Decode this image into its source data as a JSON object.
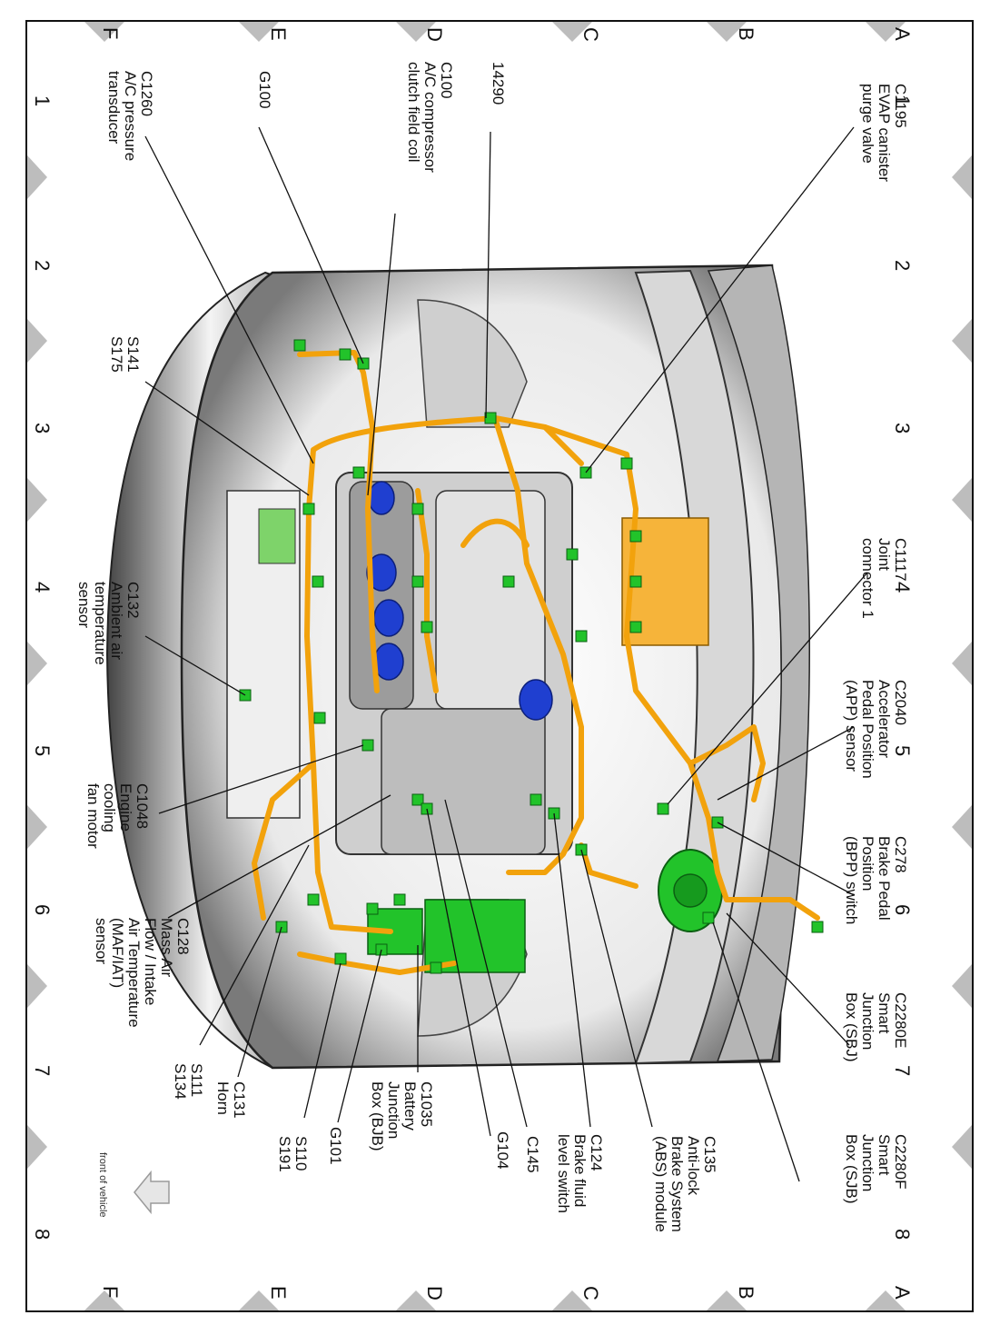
{
  "grid": {
    "rows": [
      "A",
      "B",
      "C",
      "D",
      "E",
      "F"
    ],
    "cols": [
      "1",
      "2",
      "3",
      "4",
      "5",
      "6",
      "7",
      "8"
    ]
  },
  "orientation": {
    "text": "front of vehicle"
  },
  "labels": [
    {
      "id": "c1195",
      "lines": [
        "C1195",
        "EVAP canister",
        "purge valve"
      ]
    },
    {
      "id": "14290",
      "lines": [
        "14290"
      ]
    },
    {
      "id": "c100",
      "lines": [
        "C100",
        "A/C compressor",
        "clutch field coil"
      ]
    },
    {
      "id": "g100",
      "lines": [
        "G100"
      ]
    },
    {
      "id": "c1260",
      "lines": [
        "C1260",
        "A/C pressure",
        "transducer"
      ]
    },
    {
      "id": "s141",
      "lines": [
        "S141",
        "S175"
      ]
    },
    {
      "id": "c132",
      "lines": [
        "C132",
        "Ambient air",
        "temperature",
        "sensor"
      ]
    },
    {
      "id": "c1048",
      "lines": [
        "C1048",
        "Engine",
        "cooling",
        "fan motor"
      ]
    },
    {
      "id": "c128",
      "lines": [
        "C128",
        "Mass Air",
        "Flow / Intake",
        "Air Temperature",
        "(MAF/IAT)",
        "sensor"
      ]
    },
    {
      "id": "s111",
      "lines": [
        "S111",
        "S134"
      ]
    },
    {
      "id": "c131",
      "lines": [
        "C131",
        "Horn"
      ]
    },
    {
      "id": "s110",
      "lines": [
        "S110",
        "S191"
      ]
    },
    {
      "id": "g101",
      "lines": [
        "G101"
      ]
    },
    {
      "id": "c1035",
      "lines": [
        "C1035",
        "Battery",
        "Junction",
        "Box (BJB)"
      ]
    },
    {
      "id": "g104",
      "lines": [
        "G104"
      ]
    },
    {
      "id": "c145",
      "lines": [
        "C145"
      ]
    },
    {
      "id": "c124",
      "lines": [
        "C124",
        "Brake fluid",
        "level switch"
      ]
    },
    {
      "id": "c135",
      "lines": [
        "C135",
        "Anti-lock",
        "Brake System",
        "(ABS) module"
      ]
    },
    {
      "id": "c2280f",
      "lines": [
        "C2280F",
        "Smart",
        "Junction",
        "Box (SJB)"
      ]
    },
    {
      "id": "c2280e",
      "lines": [
        "C2280E",
        "Smart",
        "Junction",
        "Box (SBJ)"
      ]
    },
    {
      "id": "c278",
      "lines": [
        "C278",
        "Brake Pedal",
        "Position",
        "(BPP) switch"
      ]
    },
    {
      "id": "c2040",
      "lines": [
        "C2040",
        "Accelerator",
        "Pedal Position",
        "(APP) sensor"
      ]
    },
    {
      "id": "c1117",
      "lines": [
        "C1117",
        "Joint",
        "connector 1"
      ]
    }
  ],
  "colors": {
    "harness": "#f2a20c",
    "connector": "#22c32a",
    "coil": "#1f3fd0",
    "module": "#f6b43a",
    "body": "#c8c8c8"
  }
}
